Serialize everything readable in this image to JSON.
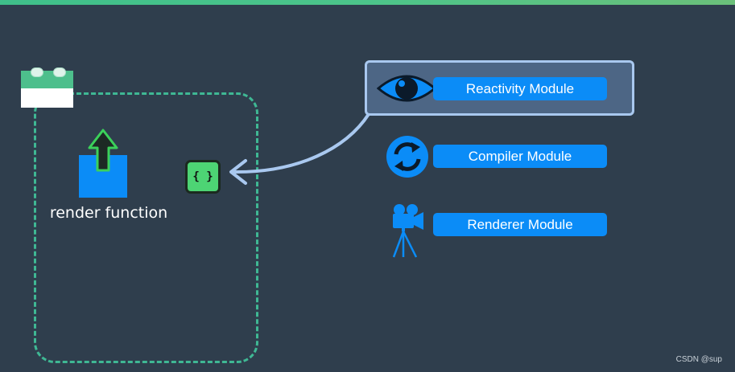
{
  "left_group": {
    "render_label": "render function",
    "object_glyph": "{ }",
    "icons": [
      "component-block-icon",
      "box-upload-arrow-icon",
      "braces-object-icon"
    ]
  },
  "modules": [
    {
      "label": "Reactivity Module",
      "icon": "eye-icon",
      "highlighted": true
    },
    {
      "label": "Compiler Module",
      "icon": "refresh-sync-icon",
      "highlighted": false
    },
    {
      "label": "Renderer Module",
      "icon": "movie-camera-icon",
      "highlighted": false
    }
  ],
  "colors": {
    "background": "#2f3e4d",
    "accent_green": "#3fb894",
    "accent_blue": "#0b8cf7",
    "highlight_fill": "#4d6685",
    "highlight_border": "#a9c8ef"
  },
  "watermark": "CSDN @sup"
}
